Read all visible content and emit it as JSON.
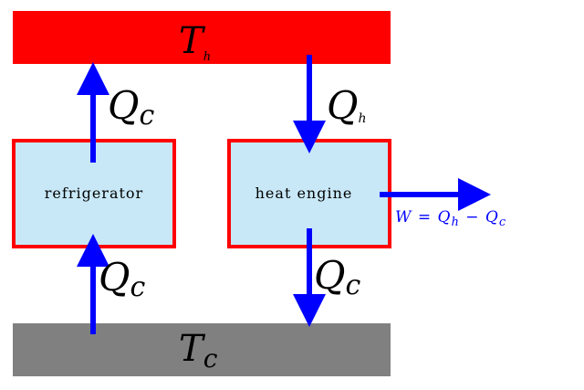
{
  "reservoirs": {
    "hot": {
      "symbol": "T",
      "subscript": "h",
      "color": "#ff0000"
    },
    "cold": {
      "symbol": "T",
      "subscript": "c",
      "color": "#808080"
    }
  },
  "devices": {
    "refrigerator": {
      "label": "refrigerator"
    },
    "engine": {
      "label": "heat engine"
    },
    "fill_color": "#c8e8f8",
    "border_color": "#ff0000"
  },
  "flows": {
    "refrigerator_out": {
      "symbol": "Q",
      "subscript": "c"
    },
    "refrigerator_in": {
      "symbol": "Q",
      "subscript": "c"
    },
    "engine_in": {
      "symbol": "Q",
      "subscript": "h"
    },
    "engine_out": {
      "symbol": "Q",
      "subscript": "c"
    },
    "work": {
      "text": "W = Q",
      "sub1": "h",
      "minus": " − Q",
      "sub2": "c"
    },
    "arrow_color": "#0000ff"
  }
}
